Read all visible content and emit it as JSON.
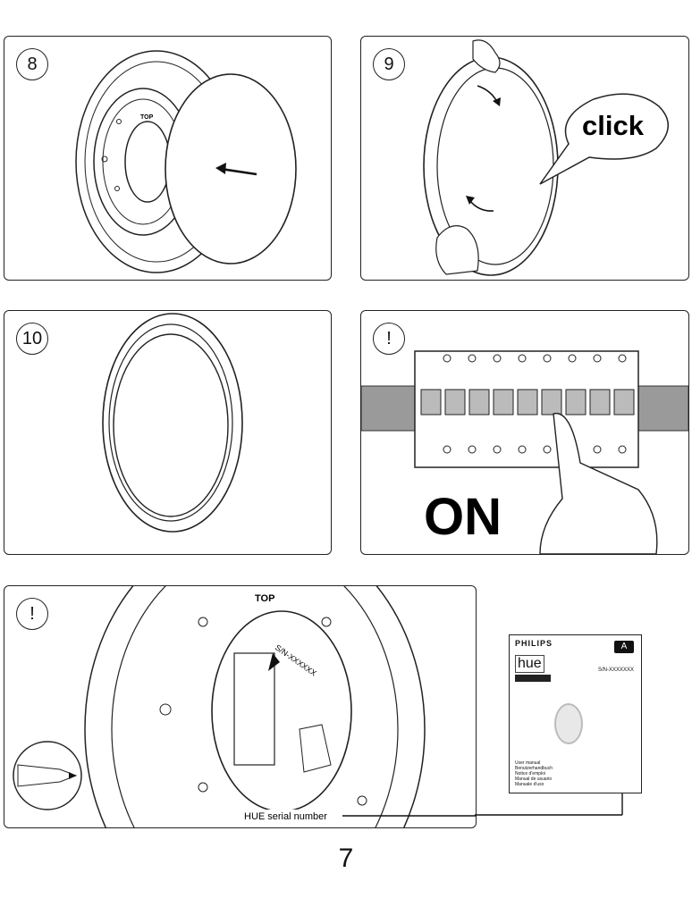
{
  "steps": {
    "s8": "8",
    "s9": "9",
    "s10": "10",
    "warn1": "!",
    "warn2": "!"
  },
  "labels": {
    "click": "click",
    "on": "ON",
    "top": "TOP",
    "top_small": "TOP",
    "sn": "S/N-XXXXXX",
    "serial": "HUE serial number"
  },
  "manual": {
    "brand": "PHILIPS",
    "product": "hue",
    "badge": "A",
    "sn": "S/N-XXXXXXX",
    "languages": [
      "User manual",
      "Benutzerhandbuch",
      "Notice d'emploi",
      "Manual de usuario",
      "Manuale d'uso"
    ]
  },
  "page_number": "7"
}
